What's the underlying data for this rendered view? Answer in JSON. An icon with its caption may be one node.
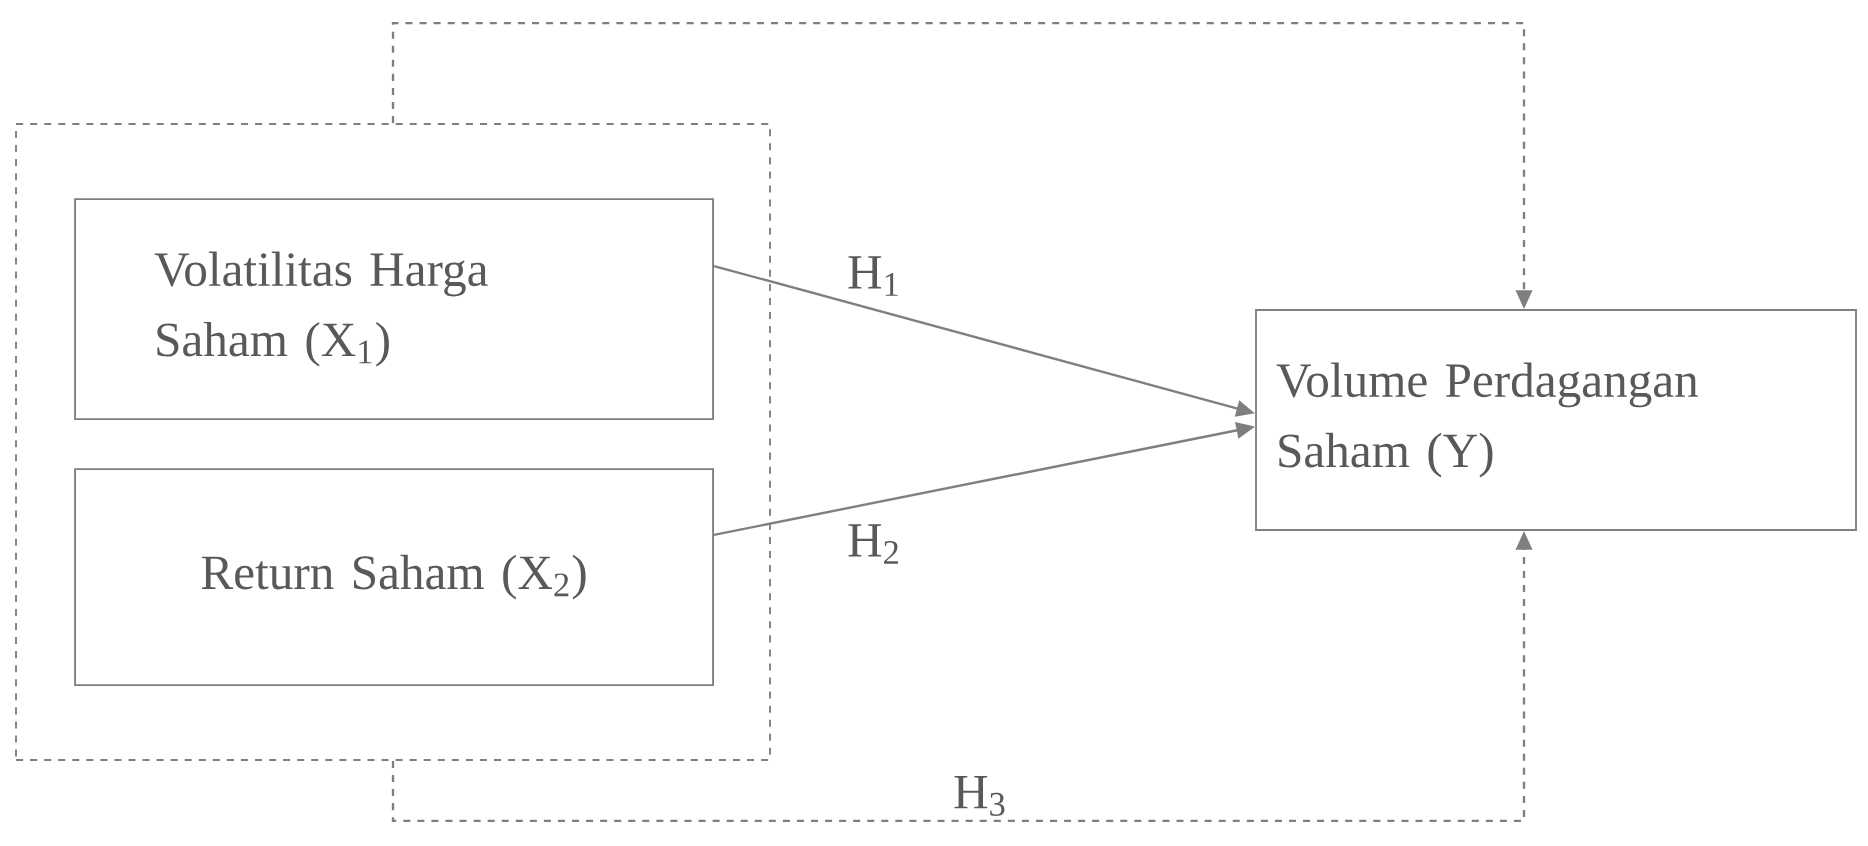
{
  "diagram": {
    "nodes": [
      {
        "text": [],
        "shape": "box"
      },
      {
        "text": [
          "Volatilitas Harga Saham (X$_{1}$)"
        ],
        "in": 0
      },
      {
        "text": [
          "Return Saham (X$_{2}$)"
        ],
        "in": 0
      },
      {
        "text": [
          "Volume Perdagangan Saham (Y)"
        ]
      }
    ],
    "edges": [
      {
        "from": 1,
        "to": 3,
        "arrow": "to",
        "label": "H$_{1}$"
      },
      {
        "from": 2,
        "to": 3,
        "arrow": "to",
        "label": "H$_{2}$"
      },
      {
        "from": 0,
        "to": 3,
        "arrow": "to",
        "style": "dashed"
      },
      {
        "from": 0,
        "to": 3,
        "arrow": "to",
        "style": "dashed",
        "label": "H$_{3}$"
      }
    ]
  }
}
